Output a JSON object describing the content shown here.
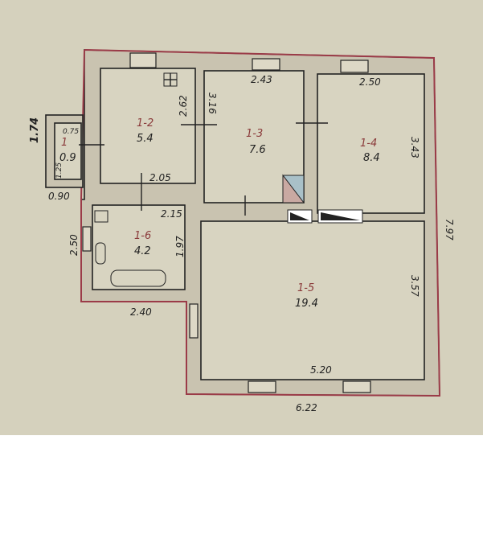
{
  "rooms": [
    {
      "id": "1-1",
      "label": "1",
      "area": "0.9"
    },
    {
      "id": "1-2",
      "label": "1-2",
      "area": "5.4"
    },
    {
      "id": "1-3",
      "label": "1-3",
      "area": "7.6"
    },
    {
      "id": "1-4",
      "label": "1-4",
      "area": "8.4"
    },
    {
      "id": "1-5",
      "label": "1-5",
      "area": "19.4"
    },
    {
      "id": "1-6",
      "label": "1-6",
      "area": "4.2"
    }
  ],
  "dimensions": {
    "d243": "2.43",
    "d250top": "2.50",
    "d262": "2.62",
    "d316": "3.16",
    "d343": "3.43",
    "d797": "7.97",
    "d357": "3.57",
    "d520": "5.20",
    "d622": "6.22",
    "d205": "2.05",
    "d215": "2.15",
    "d197": "1.97",
    "d250left": "2.50",
    "d240": "2.40",
    "d090": "0.90",
    "d075": "0.75",
    "d125": "1.25",
    "d174": "1.74"
  },
  "colors": {
    "paper": "#d5d1bd",
    "outer_line": "#9b3b48",
    "room_id": "#8a3a3a"
  }
}
